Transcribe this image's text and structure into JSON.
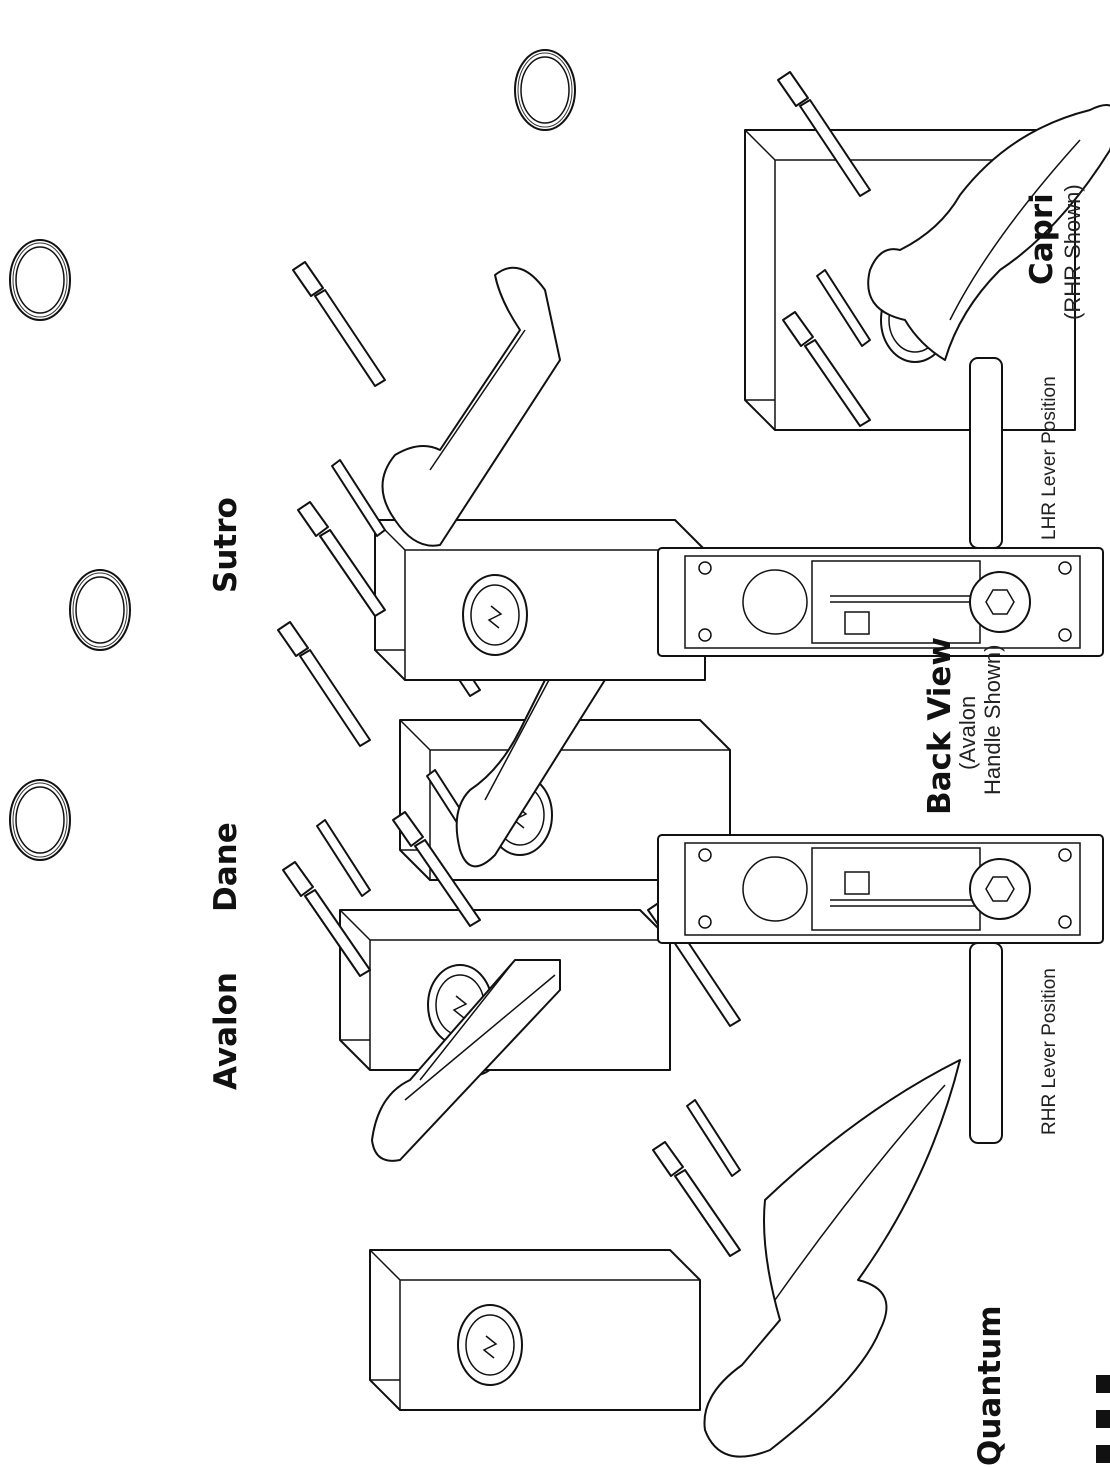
{
  "labels": {
    "quantum": "Quantum",
    "avalon": "Avalon",
    "dane": "Dane",
    "sutro": "Sutro",
    "capri": "Capri",
    "capri_note": "(RHR Shown)",
    "back_view": "Back View",
    "back_view_note_1": "(Avalon",
    "back_view_note_2": "Handle Shown)",
    "rhr_position": "RHR Lever Position",
    "lhr_position": "LHR Lever Position"
  },
  "colors": {
    "line": "#111111",
    "background": "#ffffff"
  }
}
